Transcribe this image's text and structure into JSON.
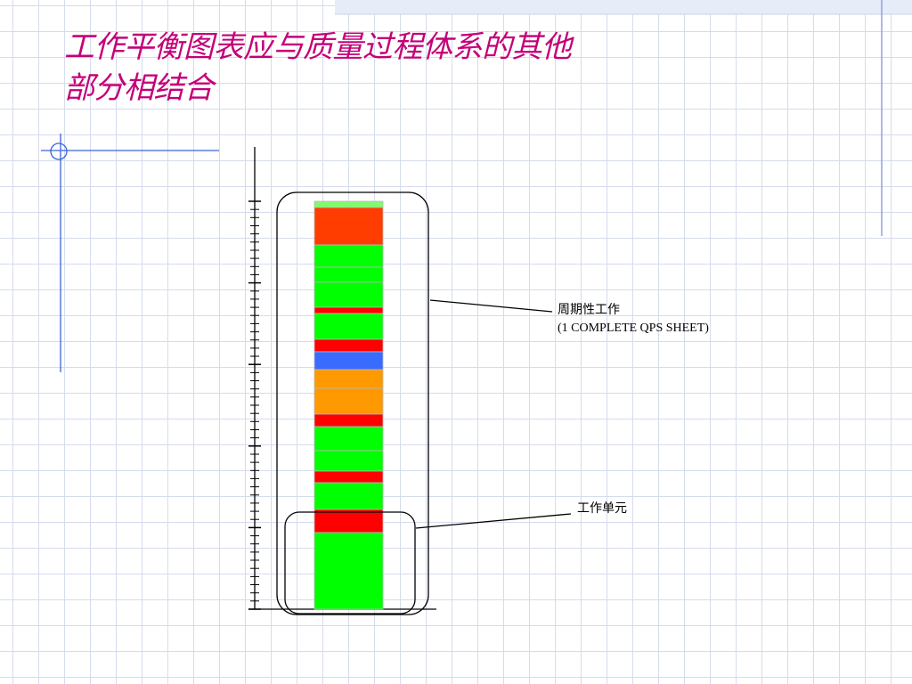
{
  "slide": {
    "title_lines": [
      "工作平衡图表应与质量过程体系的其他",
      "部分相结合"
    ]
  },
  "callouts": {
    "periodic_work": {
      "line1": "周期性工作",
      "line2": "(1 COMPLETE QPS SHEET)"
    },
    "work_unit": {
      "label": "工作单元"
    }
  },
  "colors": {
    "title": "#c40078",
    "green": "#00ff00",
    "red": "#ff0000",
    "red_orange": "#ff3d00",
    "blue": "#3a6bff",
    "orange": "#ff9900",
    "light_green": "#7ffc6a",
    "accent_line": "#3b63d8",
    "grid": "#d5dcec"
  },
  "stack": {
    "segments": [
      {
        "kind": "cap",
        "color": "light_green"
      },
      {
        "kind": "task",
        "color": "red_orange"
      },
      {
        "kind": "task",
        "color": "green"
      },
      {
        "kind": "task",
        "color": "green"
      },
      {
        "kind": "task",
        "color": "green"
      },
      {
        "kind": "task",
        "color": "red"
      },
      {
        "kind": "task",
        "color": "green"
      },
      {
        "kind": "task",
        "color": "red"
      },
      {
        "kind": "task",
        "color": "blue"
      },
      {
        "kind": "task",
        "color": "orange"
      },
      {
        "kind": "task",
        "color": "orange"
      },
      {
        "kind": "task",
        "color": "red"
      },
      {
        "kind": "task",
        "color": "green"
      },
      {
        "kind": "task",
        "color": "green"
      },
      {
        "kind": "task",
        "color": "red"
      },
      {
        "kind": "task",
        "color": "green"
      },
      {
        "kind": "task",
        "color": "red"
      },
      {
        "kind": "task",
        "color": "green"
      }
    ]
  }
}
